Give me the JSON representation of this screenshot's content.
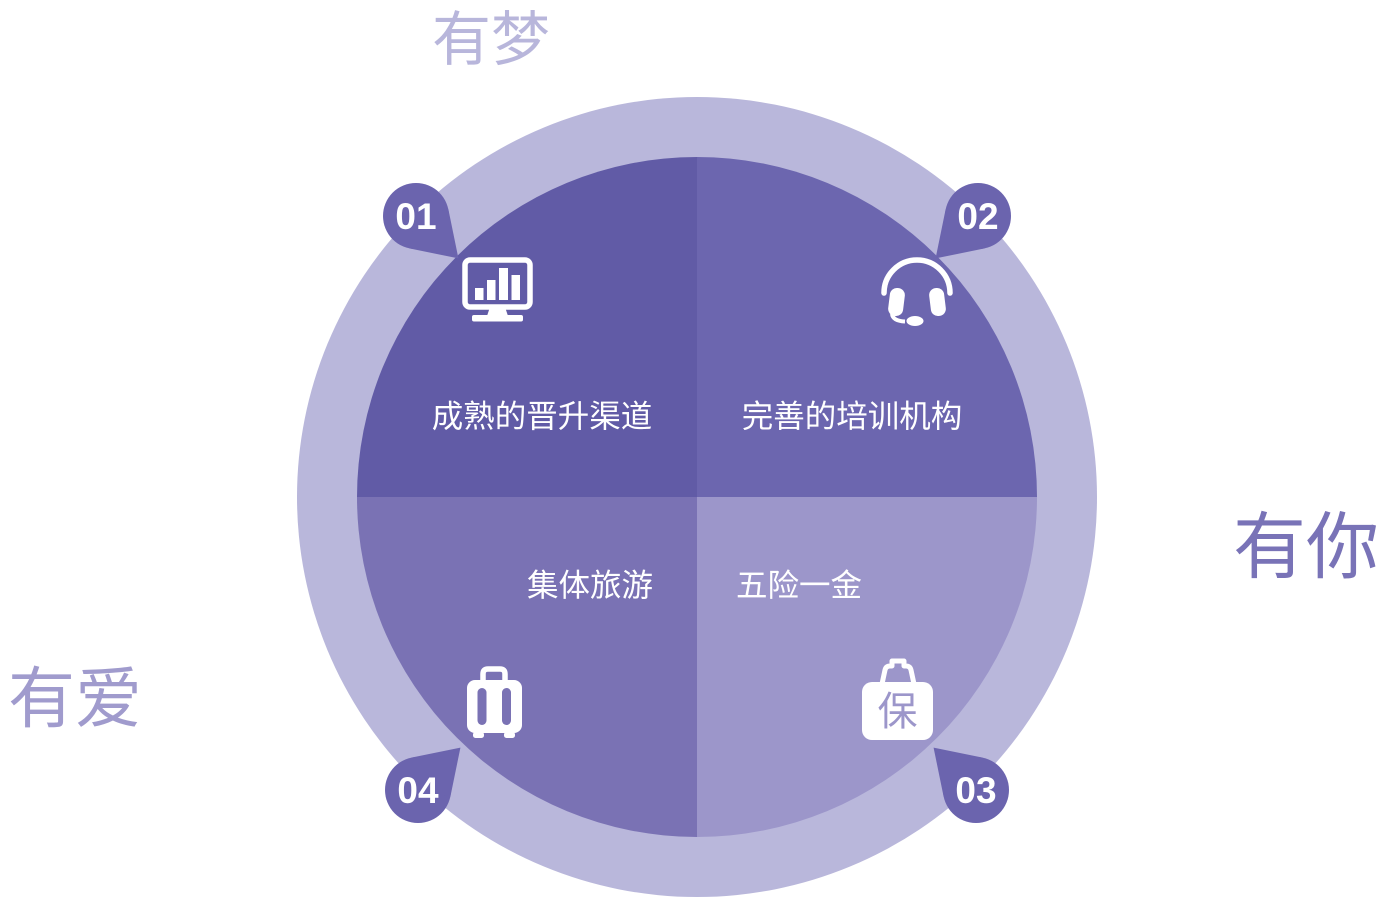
{
  "canvas": {
    "background": "#ffffff"
  },
  "decor": {
    "top": {
      "text": "有梦",
      "color": "#b8b6db"
    },
    "right": {
      "text": "有你",
      "color": "#7973b7"
    },
    "left": {
      "text": "有爱",
      "color": "#a09bcd"
    }
  },
  "wheel": {
    "ring_color": "#b9b7db",
    "badge_color": "#6b64ae",
    "label_color": "#ffffff",
    "quadrants": [
      {
        "number": "01",
        "label": "成熟的晋升渠道",
        "icon": "monitor-bar-chart-icon",
        "color": "#615ba6",
        "position": "top-left"
      },
      {
        "number": "02",
        "label": "完善的培训机构",
        "icon": "headset-icon",
        "color": "#6c66af",
        "position": "top-right"
      },
      {
        "number": "03",
        "label": "五险一金",
        "icon": "insurance-briefcase-icon",
        "glyph": "保",
        "color": "#9c96ca",
        "position": "bottom-right"
      },
      {
        "number": "04",
        "label": "集体旅游",
        "icon": "suitcase-icon",
        "color": "#7a72b4",
        "position": "bottom-left"
      }
    ]
  }
}
